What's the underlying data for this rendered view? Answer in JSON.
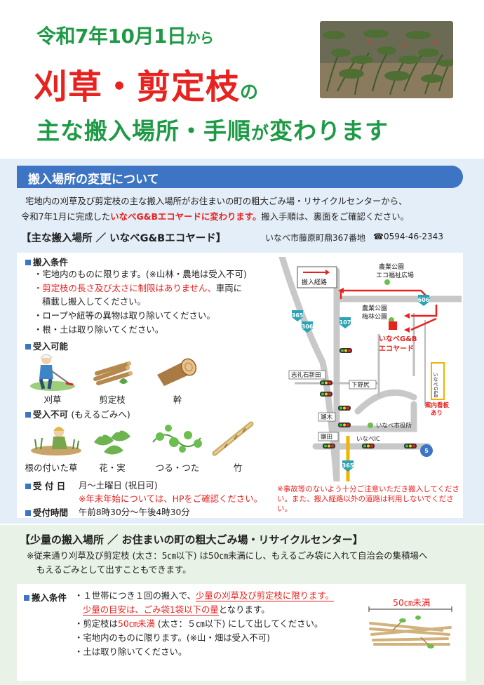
{
  "header": {
    "line1_date": "令和7年10月1日",
    "line1_suffix": "から",
    "line2_main": "刈草・剪定枝",
    "line2_suffix": "の",
    "line3_a": "主な搬入場所・手順",
    "line3_b": "が",
    "line3_c": "変わります"
  },
  "section1": {
    "title": "搬入場所の変更について",
    "intro_1": "宅地内の刈草及び剪定枝の主な搬入場所がお住まいの町の粗大ごみ場・リサイクルセンターから、",
    "intro_2a": "令和7年1月に完成した",
    "intro_2b": "いなべG&Bエコヤードに変わります。",
    "intro_2c": "搬入手順は、裏面をご確認ください。",
    "yard_title": "【主な搬入場所 ／ いなべG&Bエコヤード】",
    "yard_address": "いなべ市藤原町鼎367番地",
    "yard_phone": "☎0594-46-2343",
    "conditions_label": "搬入条件",
    "conditions": [
      "・宅地内のものに限ります。(※山林・農地は受入不可)",
      "・剪定枝の長さ及び太さに制限はありません、",
      "車両に",
      "積載し搬入してください。",
      "・ロープや紐等の異物は取り除いてください。",
      "・根・土は取り除いてください。"
    ],
    "accepted_label": "受入可能",
    "accepted_items": [
      "刈草",
      "剪定枝",
      "幹"
    ],
    "rejected_label": "受入不可",
    "rejected_sub": "(もえるごみへ)",
    "rejected_items": [
      "根の付いた草",
      "花・実",
      "つる・つた",
      "竹"
    ],
    "days_label": "受 付 日",
    "days_value": "月～土曜日 (祝日可)",
    "days_note": "※年末年始については、HPをご確認ください。",
    "hours_label": "受付時間",
    "hours_value": "午前8時30分～午後4時30分"
  },
  "map": {
    "legend": "搬入経路",
    "park1_a": "農業公園",
    "park1_b": "エコ福祉広場",
    "park2_a": "農業公園",
    "park2_b": "梅林公園",
    "yard_a": "いなべG&B",
    "yard_b": "エコヤード",
    "sign_vertical": "いなべG&B",
    "sign_caption_a": "案内看板",
    "sign_caption_b": "あり",
    "routes": [
      "365",
      "306",
      "107",
      "606",
      "365",
      "5"
    ],
    "place_shirai": "志礼石新田",
    "place_shimono": "下野尻",
    "place_seki": "瀬木",
    "place_city": "いなべ市役所",
    "place_kamada": "鎌田",
    "place_ic": "いなべIC",
    "note": "※事故等のないよう十分ご注意いただき搬入してください。また、搬入経路以外の道路は利用しないでください。"
  },
  "section2": {
    "title": "【少量の搬入場所 ／ お住まいの町の粗大ごみ場・リサイクルセンター】",
    "note_1": "※従来通り刈草及び剪定枝 (太さ：5㎝以下) は50㎝未満にし、もえるごみ袋に入れて自治会の集積場へ",
    "note_2": "もえるごみとして出すこともできます。",
    "cond_label": "搬入条件",
    "cond_1a": "・１世帯につき１回の搬入で、",
    "cond_1b": "少量の刈草及び剪定枝に限ります。",
    "cond_2a": "少量の目安は、ごみ袋1袋以下の量",
    "cond_2b": "となります。",
    "cond_3a": "・剪定枝は",
    "cond_3b": "50㎝未満",
    "cond_3c": " (太さ：５㎝以下) にして出してください。",
    "cond_4": "・宅地内のものに限ります。(※山・畑は受入不可)",
    "cond_5": "・土は取り除いてください。",
    "size_label": "50㎝未満"
  },
  "colors": {
    "green": "#1e9a46",
    "red": "#e8221f",
    "blue": "#3d74c4",
    "sec1_bg": "#e4eef8",
    "sec2_bg": "#e9f2e6"
  }
}
